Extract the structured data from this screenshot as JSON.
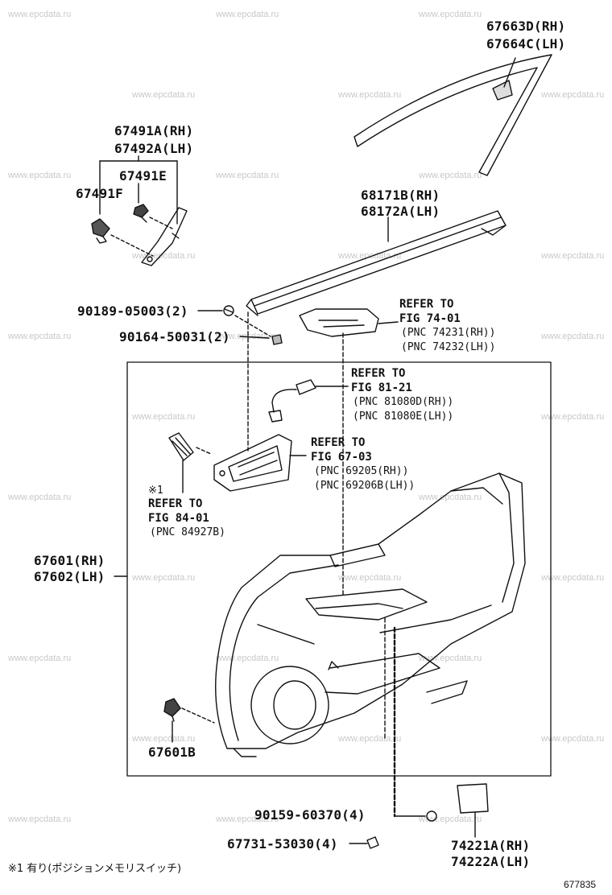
{
  "watermark": "www.epcdata.ru",
  "parts": {
    "glass_run_rh": "67663D(RH)",
    "glass_run_lh": "67664C(LH)",
    "cover_rh": "67491A(RH)",
    "cover_lh": "67492A(LH)",
    "clip_e": "67491E",
    "clip_f": "67491F",
    "weatherstrip_rh": "68171B(RH)",
    "weatherstrip_lh": "68172A(LH)",
    "screw_90189": "90189-05003(2)",
    "screw_90164": "90164-50031(2)",
    "trim_rh": "67601(RH)",
    "trim_lh": "67602(LH)",
    "clip_67601b": "67601B",
    "screw_90159": "90159-60370(4)",
    "clip_67731": "67731-53030(4)",
    "cover_742_rh": "74221A(RH)",
    "cover_742_lh": "74222A(LH)"
  },
  "refs": {
    "fig74": {
      "line1": "REFER TO",
      "line2": "FIG 74-01",
      "pnc1": "(PNC 74231(RH))",
      "pnc2": "(PNC 74232(LH))"
    },
    "fig81": {
      "line1": "REFER TO",
      "line2": "FIG 81-21",
      "pnc1": "(PNC 81080D(RH))",
      "pnc2": "(PNC 81080E(LH))"
    },
    "fig67": {
      "line1": "REFER TO",
      "line2": "FIG 67-03",
      "pnc1": "(PNC 69205(RH))",
      "pnc2": "(PNC 69206B(LH))"
    },
    "fig84": {
      "mark": "※1",
      "line1": "REFER TO",
      "line2": "FIG 84-01",
      "pnc1": "(PNC 84927B)"
    }
  },
  "footnote": "※1 有り(ポジションメモリスイッチ)",
  "figure_number": "677835"
}
